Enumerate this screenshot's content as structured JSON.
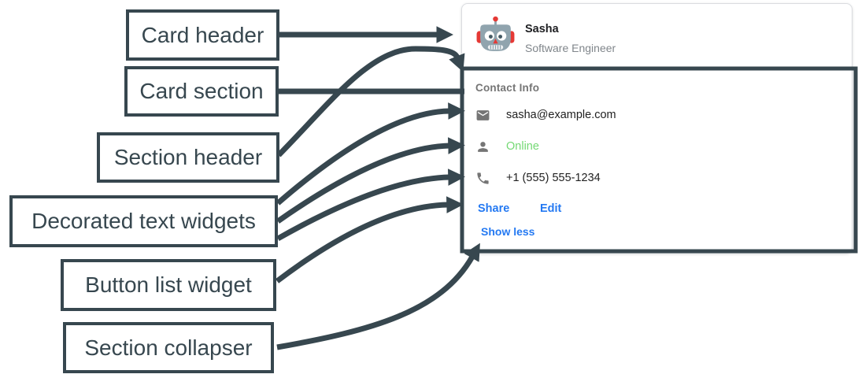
{
  "diagram": {
    "annotation_labels": [
      {
        "text": "Card header"
      },
      {
        "text": "Card section"
      },
      {
        "text": "Section header"
      },
      {
        "text": "Decorated text widgets"
      },
      {
        "text": "Button list widget"
      },
      {
        "text": "Section collapser"
      }
    ]
  },
  "card": {
    "header": {
      "name": "Sasha",
      "role": "Software Engineer",
      "avatar_icon": "robot-avatar"
    },
    "section": {
      "title": "Contact Info",
      "rows": [
        {
          "icon": "mail-icon",
          "text": "sasha@example.com"
        },
        {
          "icon": "person-icon",
          "text": "Online"
        },
        {
          "icon": "phone-icon",
          "text": "+1 (555) 555-1234"
        }
      ],
      "buttons": [
        {
          "label": "Share"
        },
        {
          "label": "Edit"
        }
      ],
      "collapser_label": "Show less"
    }
  },
  "colors": {
    "annotation_slate": "#37474F",
    "link_blue": "#2479f2",
    "online_green": "#74d974",
    "icon_gray": "#757575",
    "section_title_gray": "#757575",
    "text_dark": "#212121",
    "subtitle_gray": "#80868b",
    "card_border_gray": "#dadce0"
  }
}
